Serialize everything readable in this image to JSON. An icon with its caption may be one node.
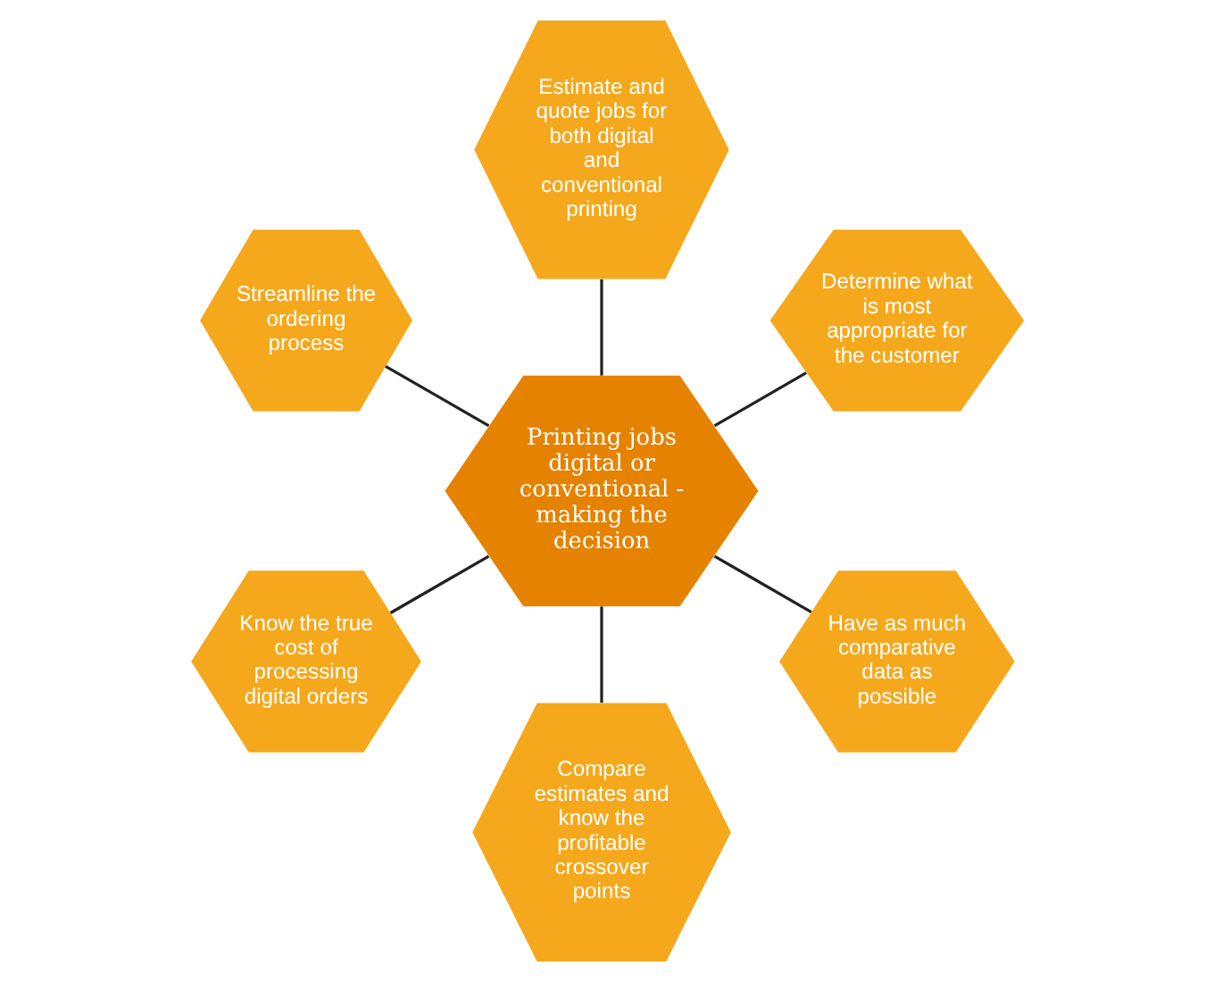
{
  "diagram": {
    "nodes": [
      {
        "text": [
          "Estimate and quote jobs for both digital and conventional printing"
        ]
      },
      {
        "text": [
          "Streamline the ordering process"
        ]
      },
      {
        "text": [
          "Determine what is most appropriate for the customer"
        ]
      },
      {
        "text": [
          "Printing jobs digital or conventional - making the decision"
        ]
      },
      {
        "text": [
          "Know the true cost of processing digital orders"
        ]
      },
      {
        "text": [
          "Have as much comparative data as possible"
        ]
      },
      {
        "text": [
          "Compare estimates and know the profitable crossover points"
        ]
      }
    ],
    "edges": [
      {
        "from": 3,
        "to": 0,
        "arrow": "none"
      },
      {
        "from": 3,
        "to": 2,
        "arrow": "none"
      },
      {
        "from": 3,
        "to": 5,
        "arrow": "none"
      },
      {
        "from": 3,
        "to": 6,
        "arrow": "none"
      },
      {
        "from": 3,
        "to": 4,
        "arrow": "none"
      },
      {
        "from": 3,
        "to": 1,
        "arrow": "none"
      }
    ]
  }
}
